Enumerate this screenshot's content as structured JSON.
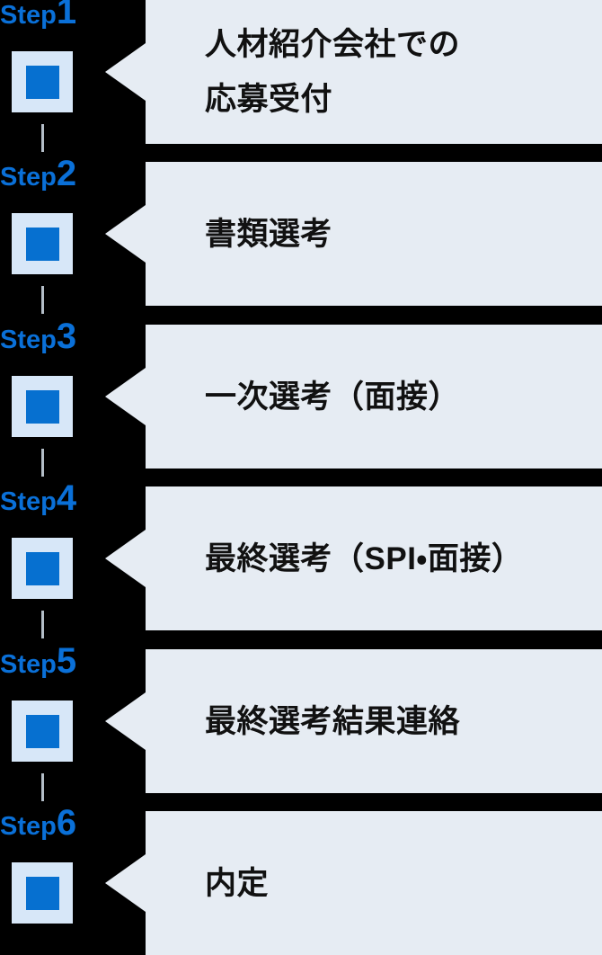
{
  "diagram_type": "recruitment-selection-flow",
  "colors": {
    "background": "#000000",
    "accent_blue": "#0a70d8",
    "marker_inner_blue": "#0670d0",
    "marker_outer_light_blue": "#d7e7f8",
    "box_background": "#e6ecf3",
    "connector_gray": "#b4bec8",
    "box_text": "#111111"
  },
  "steps": [
    {
      "label": "Step",
      "number": "1",
      "lines": [
        "人材紹介会社での",
        "応募受付"
      ]
    },
    {
      "label": "Step",
      "number": "2",
      "lines": [
        "書類選考"
      ]
    },
    {
      "label": "Step",
      "number": "3",
      "lines": [
        "一次選考（面接）"
      ]
    },
    {
      "label": "Step",
      "number": "4",
      "lines": [
        "最終選考（SPI・面接）"
      ]
    },
    {
      "label": "Step",
      "number": "5",
      "lines": [
        "最終選考結果連絡"
      ]
    },
    {
      "label": "Step",
      "number": "6",
      "lines": [
        "内定"
      ]
    }
  ]
}
